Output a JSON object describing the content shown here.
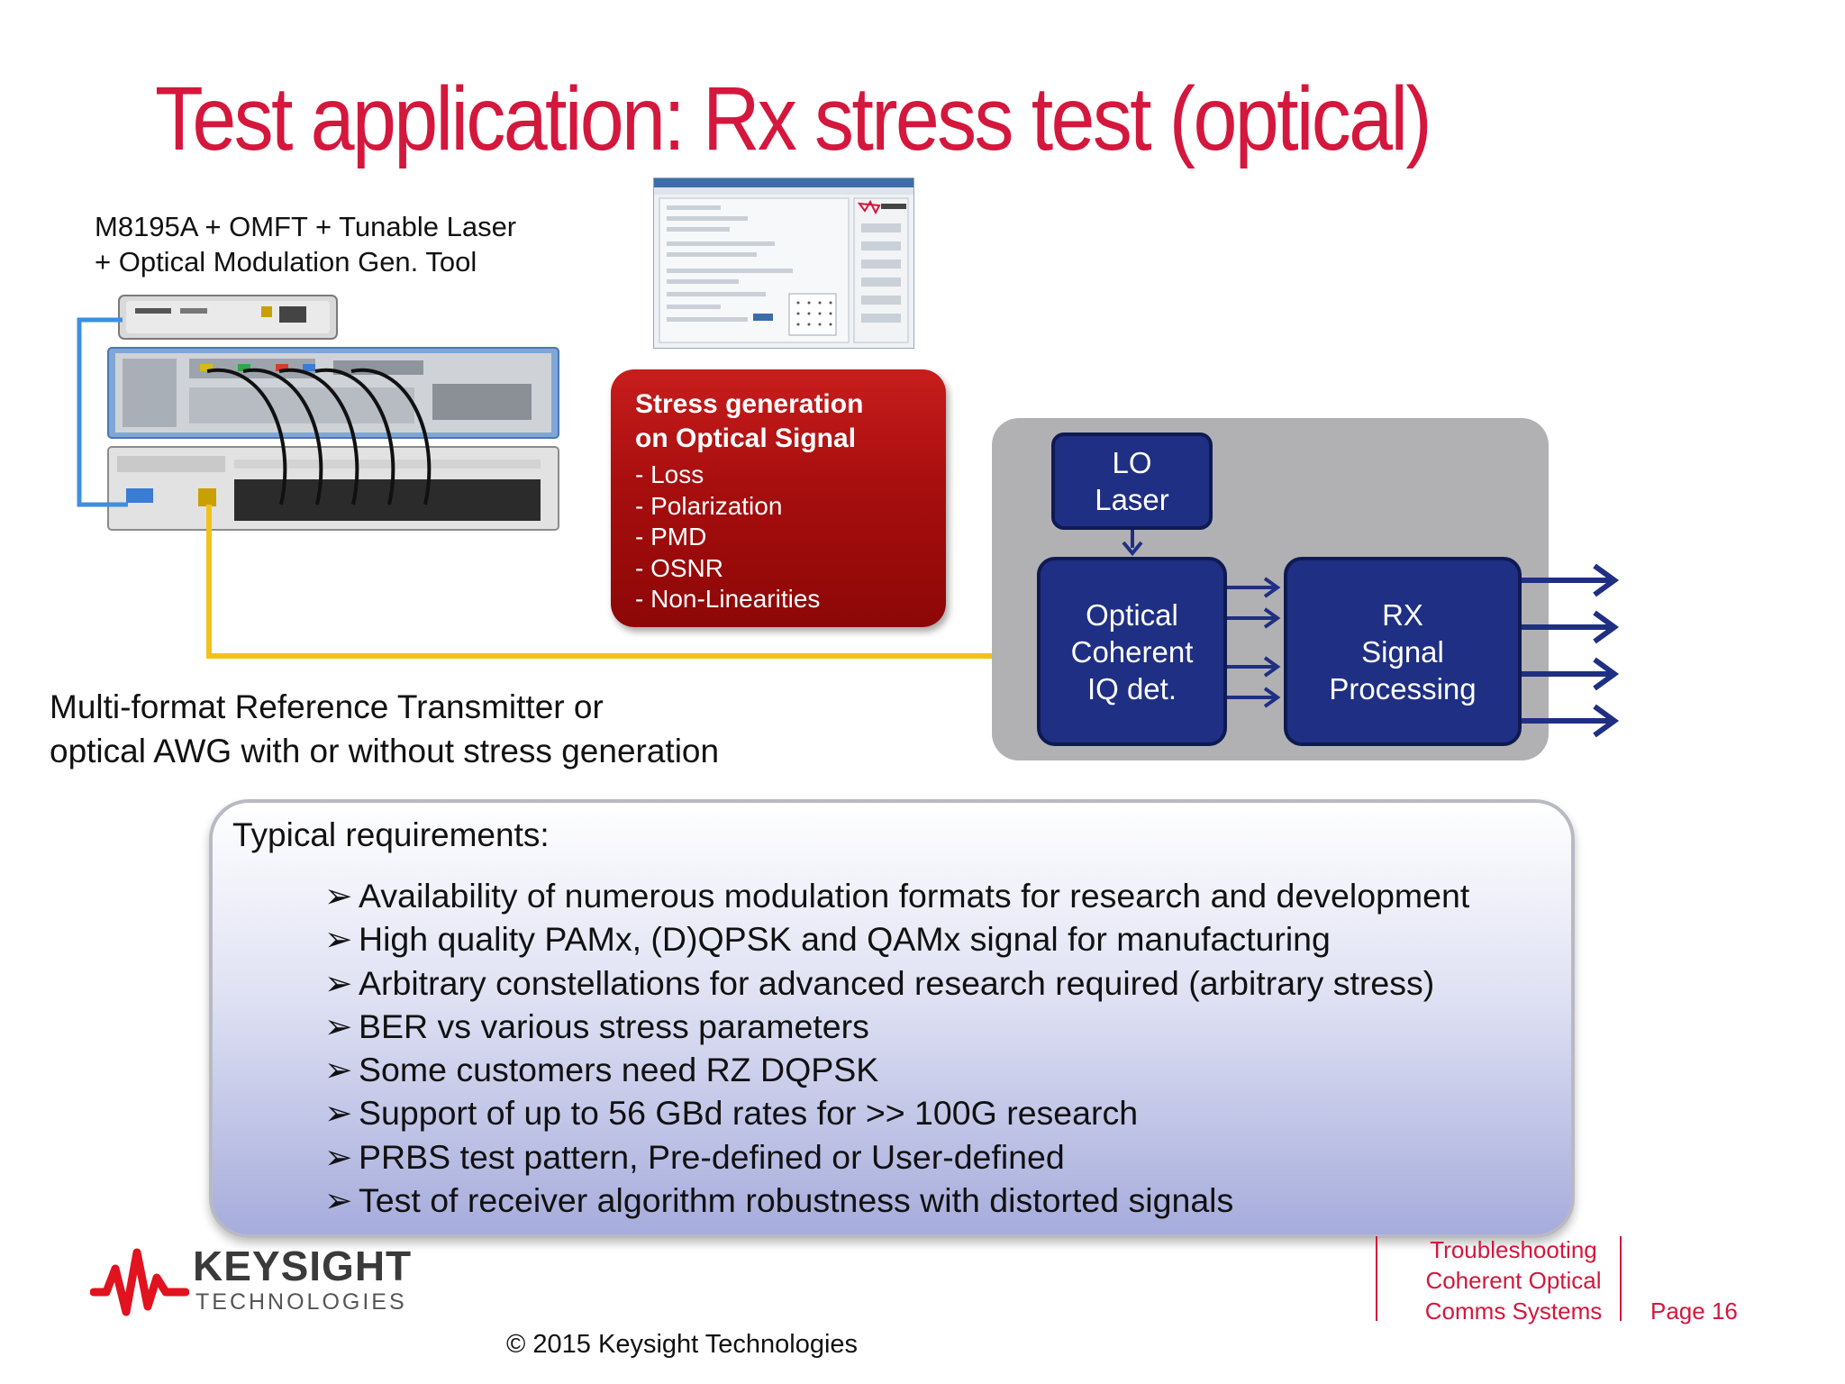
{
  "slide": {
    "title": "Test application: Rx stress test (optical)",
    "setup_caption_line1": "M8195A + OMFT + Tunable Laser",
    "setup_caption_line2": "+ Optical Modulation Gen. Tool",
    "transmitter_caption_line1": "Multi-format Reference Transmitter or",
    "transmitter_caption_line2": "optical AWG with or without stress generation"
  },
  "stress_box": {
    "heading_line1": "Stress generation",
    "heading_line2": "on Optical Signal",
    "items": [
      "- Loss",
      "- Polarization",
      "- PMD",
      "- OSNR",
      "- Non-Linearities"
    ]
  },
  "receiver": {
    "lo_laser": "LO\nLaser",
    "optical_coherent": "Optical\nCoherent\nIQ det.",
    "rx_processing": "RX\nSignal\nProcessing",
    "colors": {
      "block": "#1f2f83",
      "panel": "#b1b1b3",
      "arrow": "#1f2f83"
    }
  },
  "requirements": {
    "title": "Typical requirements:",
    "marker": "➢",
    "items": [
      "Availability of numerous modulation formats for research and development",
      "High quality PAMx, (D)QPSK and QAMx signal for manufacturing",
      "Arbitrary constellations for advanced research required (arbitrary stress)",
      "BER vs various stress parameters",
      "Some customers need RZ DQPSK",
      "Support of up to 56 GBd rates for >> 100G research",
      "PRBS test pattern, Pre-defined or User-defined",
      "Test of receiver algorithm robustness with distorted signals"
    ]
  },
  "footer": {
    "logo_name": "KEYSIGHT",
    "logo_sub": "TECHNOLOGIES",
    "section_line1": "Troubleshooting",
    "section_line2": "Coherent Optical",
    "section_line3": "Comms Systems",
    "page_label": "Page",
    "page_number": "16",
    "copyright": "© 2015 Keysight Technologies"
  },
  "colors": {
    "accent": "#d4173c",
    "stress_red": "#a80e0e",
    "fiber_yellow": "#f2c21b",
    "fiber_blue": "#3d8fe0"
  },
  "icons": [
    "keysight-wave-icon",
    "chevron-arrow-icon",
    "bullet-arrow-icon"
  ]
}
